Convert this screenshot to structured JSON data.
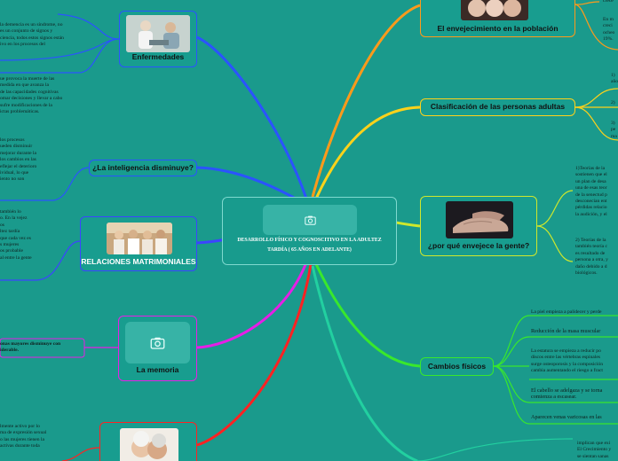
{
  "central": {
    "title": "DESARROLLO FÍSICO Y COGNOSCITIVO EN LA ADULTEZ TARDÍA ( 65 AÑOS EN ADELANTE)"
  },
  "left": {
    "enfermedades": {
      "label": "Enfermedades",
      "notes": [
        [
          "la demencia es un síndrome, no",
          "es un conjunto de signos y",
          "ciencia, todos estos signos están",
          "ivo en los procesos del"
        ],
        [
          "ue provoca la muerte de las",
          "medida en que avanza la",
          "de las capacidades cognitivas",
          "omar decisiones y llevar a cabo",
          "sufre modificaciones de la",
          "ictas problemáticas."
        ]
      ]
    },
    "inteligencia": {
      "label": "¿La inteligencia disminuye?",
      "notes": [
        [
          "los procesos",
          "ueden disminuir",
          "mejorar durante la",
          "los cambios en las",
          "eflejar el deterioro",
          "ividual, lo que",
          "iento no son"
        ]
      ]
    },
    "relaciones": {
      "label": "RELACIONES MATRIMONIALES",
      "notes": [
        [
          "también lo",
          "o. En la vejez",
          "os",
          "ltez tardía",
          "que cada vez es",
          "s mujeres",
          "os probable",
          "al entre la gente"
        ]
      ]
    },
    "memoria": {
      "label": "La memoria",
      "notes": [
        [
          "onas mayores disminuye con",
          "iderable."
        ]
      ]
    },
    "sexualidad": {
      "notes": [
        [
          "lmente activo por lo",
          "ma de expresión sexual",
          "o las mujeres tienen la",
          "activas durante toda"
        ]
      ]
    }
  },
  "right": {
    "envejecimiento": {
      "label": "El envejecimiento en la población",
      "notes": [
        [
          "crece"
        ],
        [
          "En m",
          "creci",
          "ocheo",
          "19%."
        ]
      ]
    },
    "clasificacion": {
      "label": "Clasificación de las personas adultas",
      "notes": [
        [
          "1)",
          "año"
        ],
        [
          "2)"
        ],
        [
          "3)",
          "pe",
          "ma"
        ]
      ]
    },
    "porque": {
      "label": "¿por qué envejece la gente?",
      "notes": [
        [
          "1)Teorías de la",
          "sostienen que el",
          "un plan de desa",
          "una de esas teor",
          "de la senectud p",
          "desconecian ent",
          "pérdidas relacio",
          "la audición, y el"
        ],
        [
          "2) Teorías de la",
          "también teoría c",
          "es resultado de",
          "persona a otra, y",
          "daño debido a d",
          "biológicos."
        ]
      ]
    },
    "cambios": {
      "label": "Cambios físicos",
      "notes": [
        [
          "La piel empieza a palidecer y perde"
        ],
        [
          "Reducción de la masa muscular"
        ],
        [
          "La estatura se empieza a reducir po",
          "discos entre las vértebras espinales",
          "surge osteoporosis y la composición",
          "cambia aumentando el riesgo a fract"
        ],
        [
          "El cabello se adelgaza y se torna",
          "comienza a escasear."
        ],
        [
          "Aparecen venas varicosas en las"
        ]
      ]
    },
    "bottom": {
      "notes": [
        [
          "implican que exi",
          "El Crecimiento y",
          "se sientan sanas"
        ]
      ]
    }
  },
  "colors": {
    "background": "#1a9a8c",
    "enfermedades": "#2b53ff",
    "inteligencia": "#2b53ff",
    "relaciones": "#3c44ff",
    "memoria": "#e61ee6",
    "sexualidad": "#ff2222",
    "envejecimiento": "#ff9a1a",
    "clasificacion": "#ffd21a",
    "porque": "#cfe82c",
    "cambios": "#39e82c",
    "bottom": "#22d0a0"
  },
  "icons": [
    "camera-icon"
  ]
}
